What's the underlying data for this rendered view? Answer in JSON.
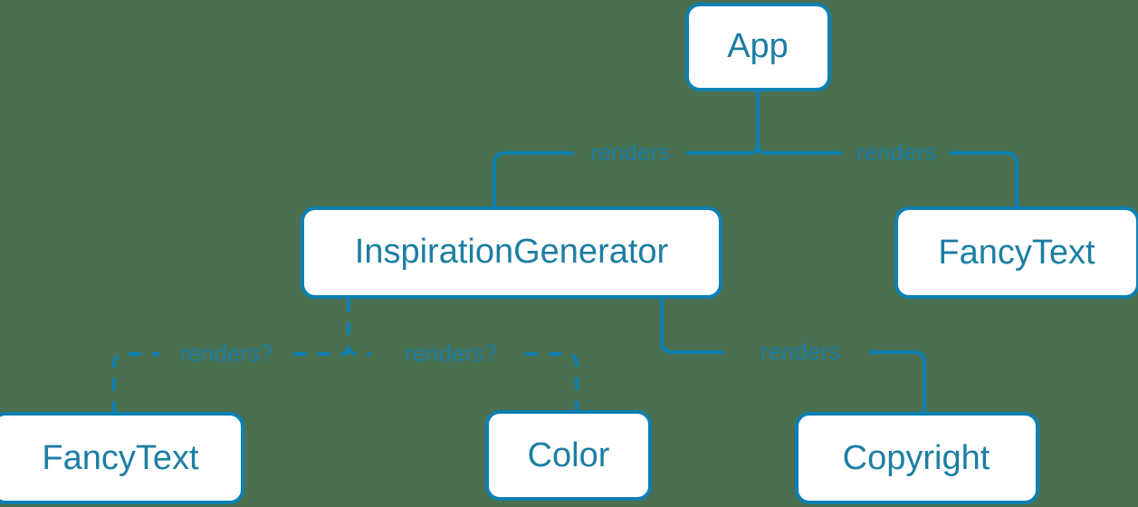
{
  "diagram": {
    "type": "component-tree",
    "background_color": "#4a7050",
    "node_fill": "#ffffff",
    "node_stroke": "#0e80b3",
    "text_color": "#1d7ea3",
    "nodes": [
      {
        "id": "app",
        "label": "App"
      },
      {
        "id": "inspiration_generator",
        "label": "InspirationGenerator"
      },
      {
        "id": "fancytext_top",
        "label": "FancyText"
      },
      {
        "id": "fancytext_bottom",
        "label": "FancyText"
      },
      {
        "id": "color",
        "label": "Color"
      },
      {
        "id": "copyright",
        "label": "Copyright"
      }
    ],
    "edges": [
      {
        "from": "app",
        "to": "inspiration_generator",
        "label": "renders",
        "style": "solid"
      },
      {
        "from": "app",
        "to": "fancytext_top",
        "label": "renders",
        "style": "solid"
      },
      {
        "from": "inspiration_generator",
        "to": "fancytext_bottom",
        "label": "renders?",
        "style": "dashed"
      },
      {
        "from": "inspiration_generator",
        "to": "color",
        "label": "renders?",
        "style": "dashed"
      },
      {
        "from": "inspiration_generator",
        "to": "copyright",
        "label": "renders",
        "style": "solid"
      }
    ]
  }
}
